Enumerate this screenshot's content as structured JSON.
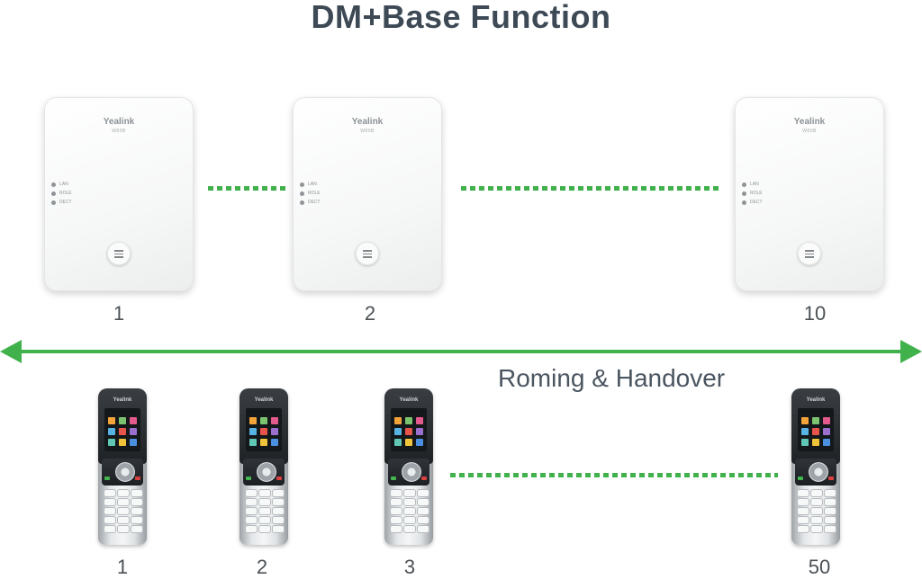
{
  "title": "DM+Base Function",
  "bases": [
    {
      "brand": "Yealink",
      "model": "W80B",
      "number": "1"
    },
    {
      "brand": "Yealink",
      "model": "W80B",
      "number": "2"
    },
    {
      "brand": "Yealink",
      "model": "W80B",
      "number": "10"
    }
  ],
  "led_labels": [
    "LAN",
    "ROLE",
    "DECT"
  ],
  "caption": "Roming & Handover",
  "handsets": [
    {
      "brand": "Yealink",
      "number": "1"
    },
    {
      "brand": "Yealink",
      "number": "2"
    },
    {
      "brand": "Yealink",
      "number": "3"
    },
    {
      "brand": "Yealink",
      "number": "50"
    }
  ],
  "colors": {
    "connector": "#41b14c",
    "arrow": "#41b14c",
    "title": "#3d4a56",
    "text": "#4a5156"
  },
  "icons": {
    "arrow": "double-headed-arrow",
    "base_button": "menu-lines-icon"
  }
}
